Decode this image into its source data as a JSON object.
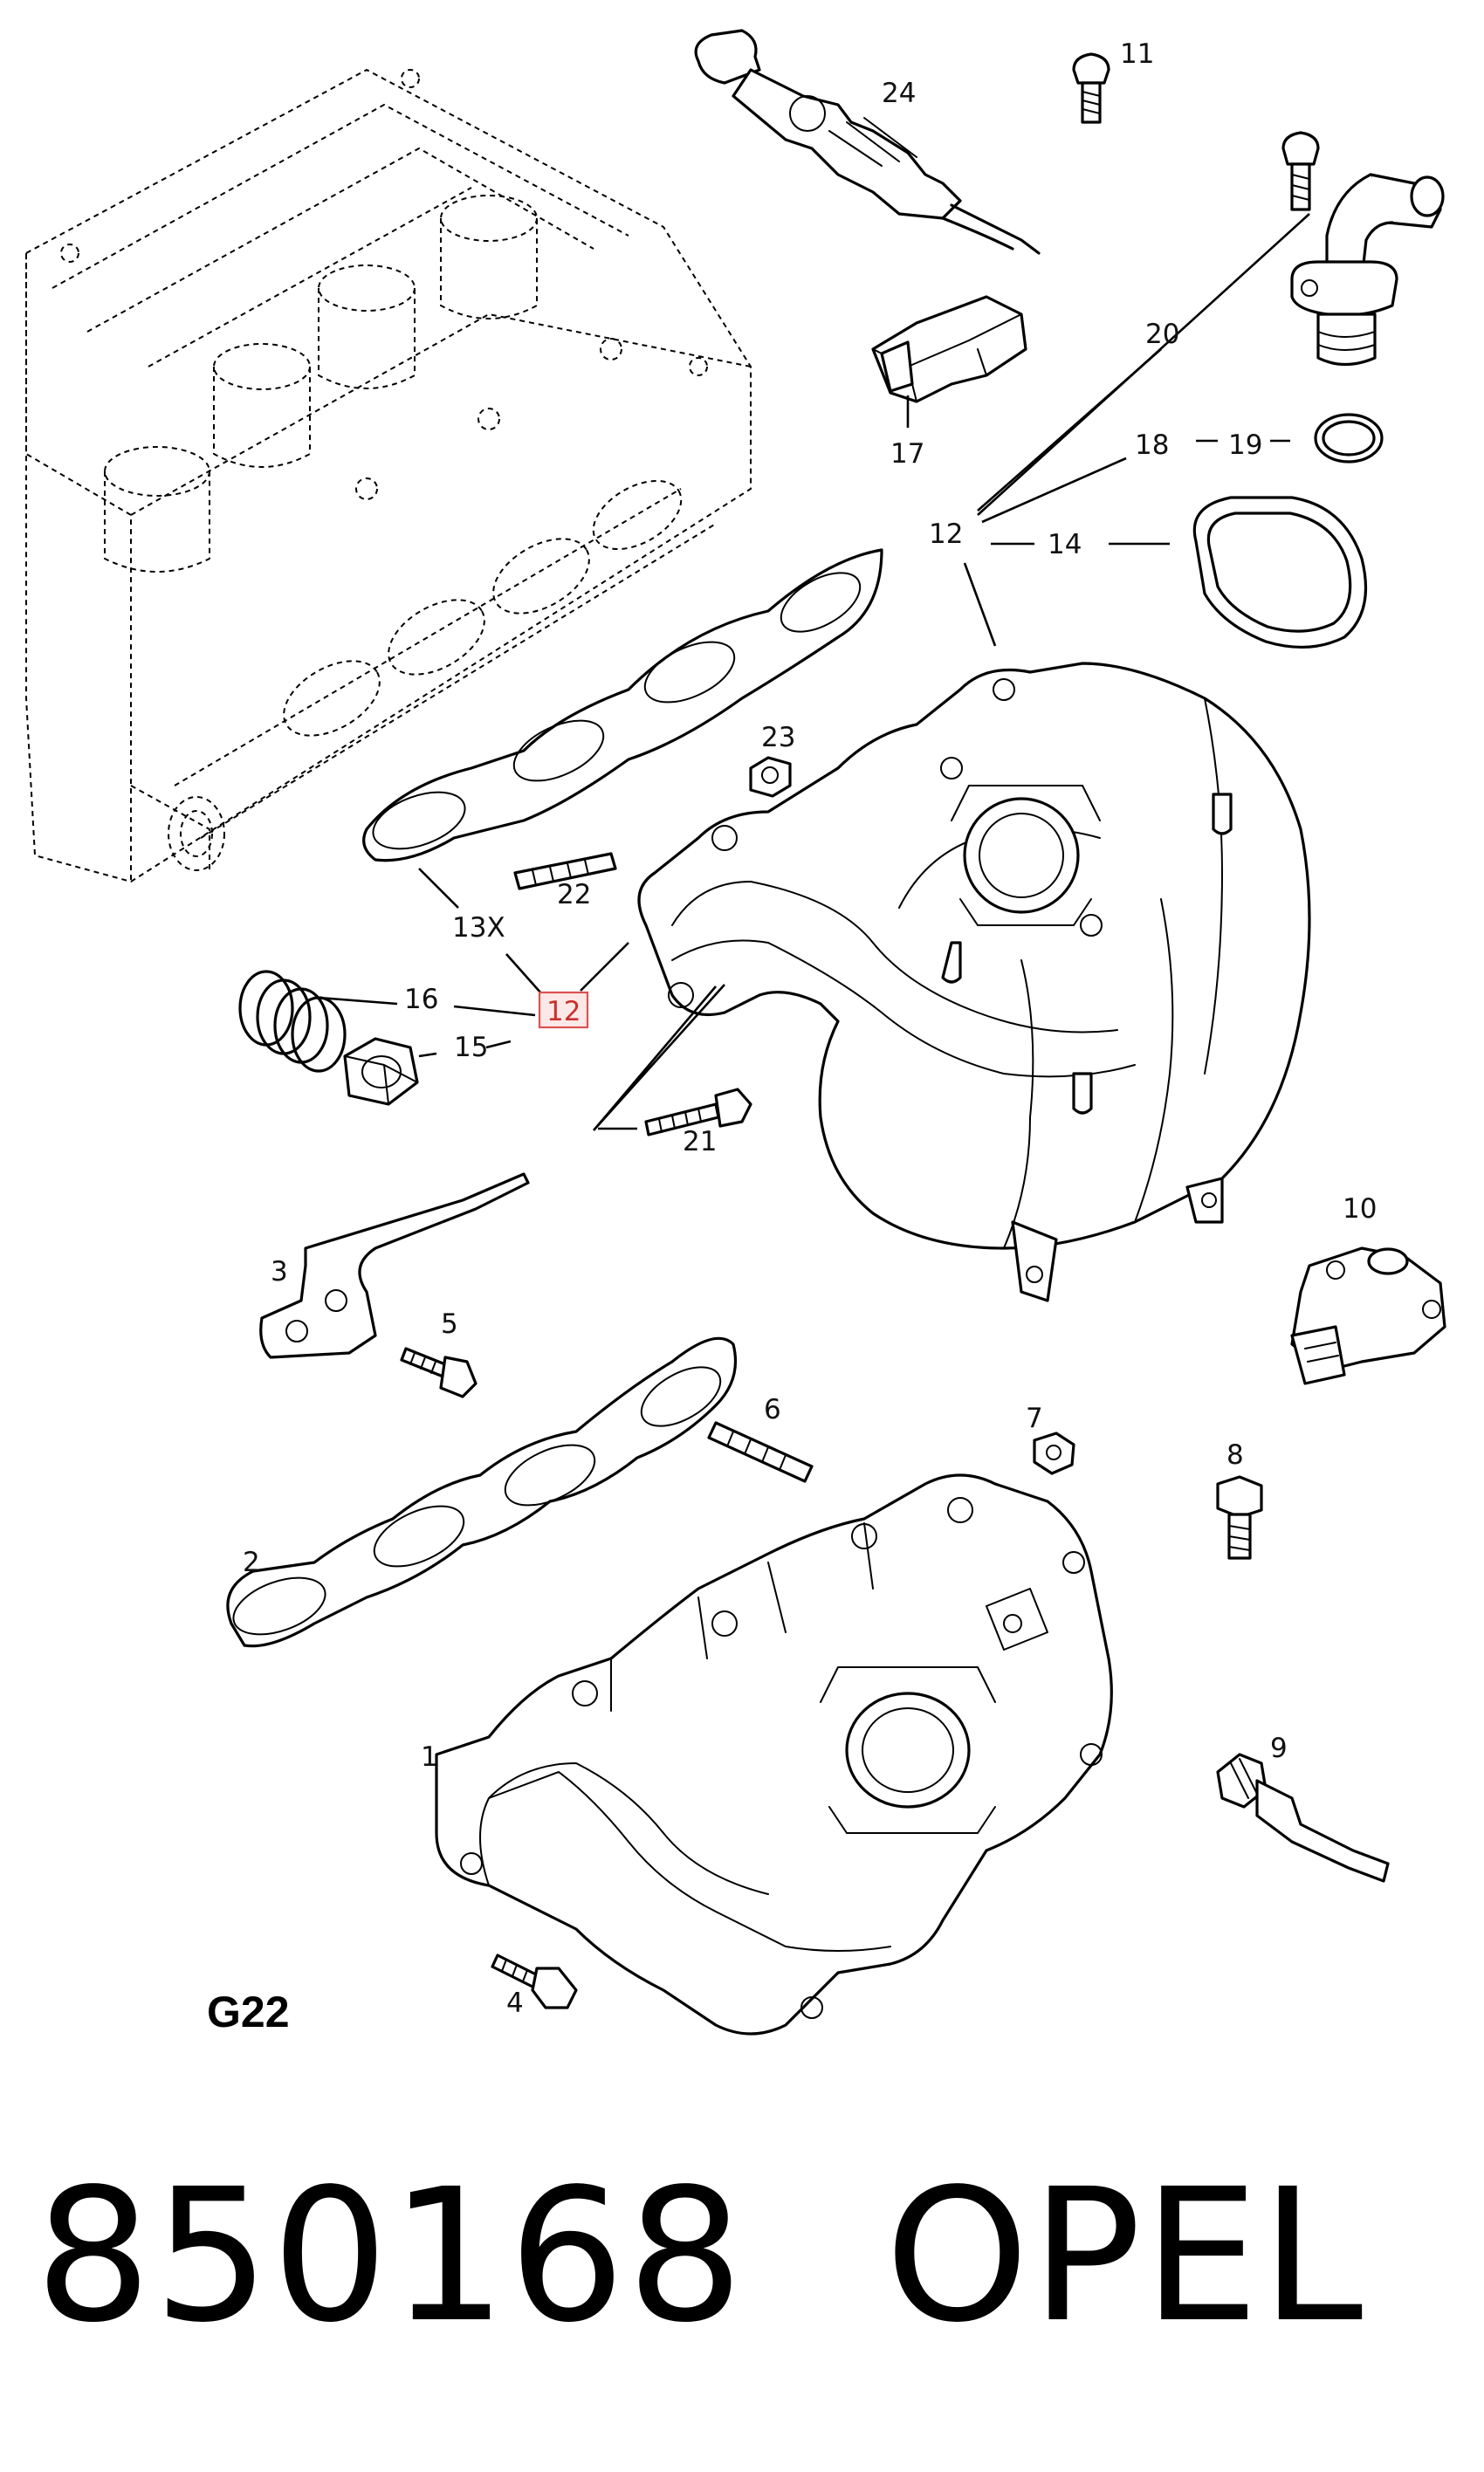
{
  "diagram": {
    "section_code": "G22",
    "callouts": {
      "c1": "1",
      "c2": "2",
      "c3": "3",
      "c4": "4",
      "c5": "5",
      "c6": "6",
      "c7": "7",
      "c8": "8",
      "c9": "9",
      "c10": "10",
      "c11": "11",
      "c12a": "12",
      "c12b": "12",
      "c13": "13X",
      "c14": "14",
      "c15": "15",
      "c16": "16",
      "c17": "17",
      "c18": "18",
      "c19": "19",
      "c20": "20",
      "c21": "21",
      "c22": "22",
      "c23": "23",
      "c24": "24"
    },
    "highlight_color": "#d9534f"
  },
  "footer": {
    "part_number": "850168",
    "brand": "OPEL"
  }
}
